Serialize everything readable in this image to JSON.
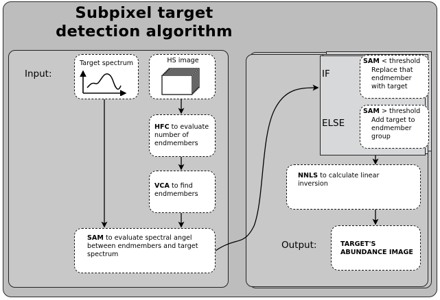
{
  "title": {
    "line1": "Subpixel target",
    "line2": "detection algorithm"
  },
  "left_panel": {
    "input_label": "Input:",
    "target_spectrum": {
      "label": "Target spectrum",
      "icon": "spectrum-plot-icon"
    },
    "hs_image": {
      "label": "HS image",
      "icon": "image-stack-icon"
    },
    "hfc": {
      "keyword": "HFC",
      "rest1": " to evaluate",
      "line2": "number of",
      "line3": "endmembers"
    },
    "vca": {
      "keyword": "VCA",
      "rest1": " to find",
      "line2": "endmembers"
    },
    "sam": {
      "keyword": "SAM",
      "rest1": " to evaluate spectral angel",
      "line2": "between endmembers and target",
      "line3": "spectrum"
    }
  },
  "right_panel": {
    "if_label": "IF",
    "else_label": "ELSE",
    "if_box": {
      "keyword": "SAM",
      "rest1": " < threshold",
      "line2": "Replace that",
      "line3": "endmember",
      "line4": "with target"
    },
    "else_box": {
      "keyword": "SAM",
      "rest1": " > threshold",
      "line2": "Add target to",
      "line3": "endmember",
      "line4": "group"
    },
    "nnls": {
      "keyword": "NNLS",
      "rest1": " to calculate linear",
      "line2": "inversion"
    },
    "output_label": "Output:",
    "output_box": {
      "line1": "TARGET'S",
      "line2": "ABUNDANCE IMAGE"
    }
  }
}
